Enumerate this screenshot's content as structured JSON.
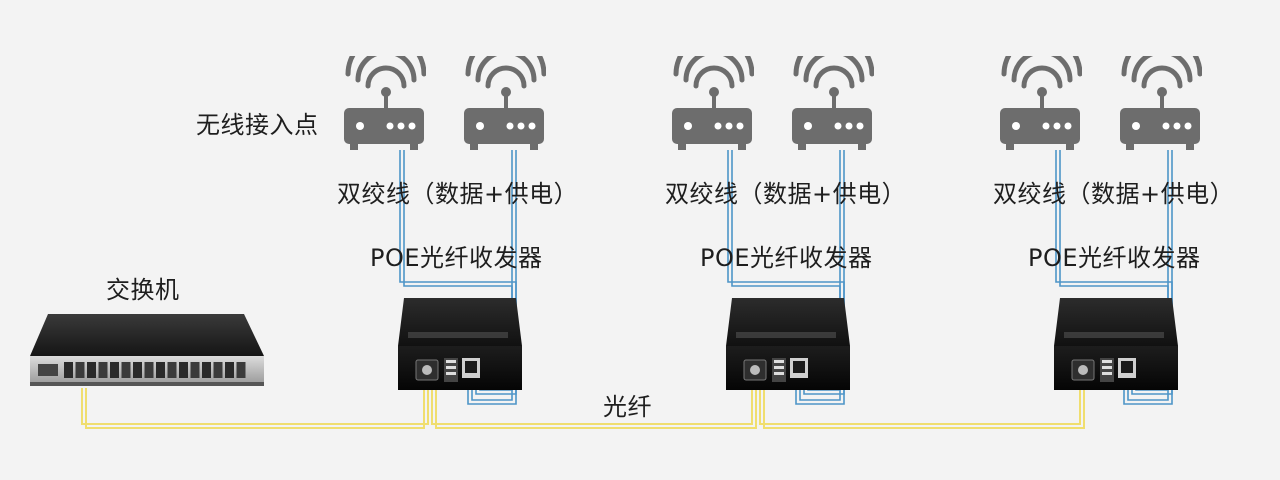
{
  "labels": {
    "access_point": "无线接入点",
    "switch": "交换机",
    "fiber": "光纤",
    "twisted_pair": "双绞线（数据+供电）",
    "converter": "POE光纤收发器"
  },
  "colors": {
    "background": "#f3f3f3",
    "device_gray": "#6d6d6d",
    "twisted_pair_wire": "#4e95c8",
    "fiber_wire": "#f0de6e",
    "text": "#1e1e1e"
  },
  "groups": [
    {
      "twisted_pair_label": "双绞线（数据+供电）",
      "converter_label": "POE光纤收发器",
      "access_points": [
        {
          "icon": "wireless-router-icon"
        },
        {
          "icon": "wireless-router-icon"
        }
      ]
    },
    {
      "twisted_pair_label": "双绞线（数据+供电）",
      "converter_label": "POE光纤收发器",
      "access_points": [
        {
          "icon": "wireless-router-icon"
        },
        {
          "icon": "wireless-router-icon"
        }
      ]
    },
    {
      "twisted_pair_label": "双绞线（数据+供电）",
      "converter_label": "POE光纤收发器",
      "access_points": [
        {
          "icon": "wireless-router-icon"
        },
        {
          "icon": "wireless-router-icon"
        }
      ]
    }
  ]
}
